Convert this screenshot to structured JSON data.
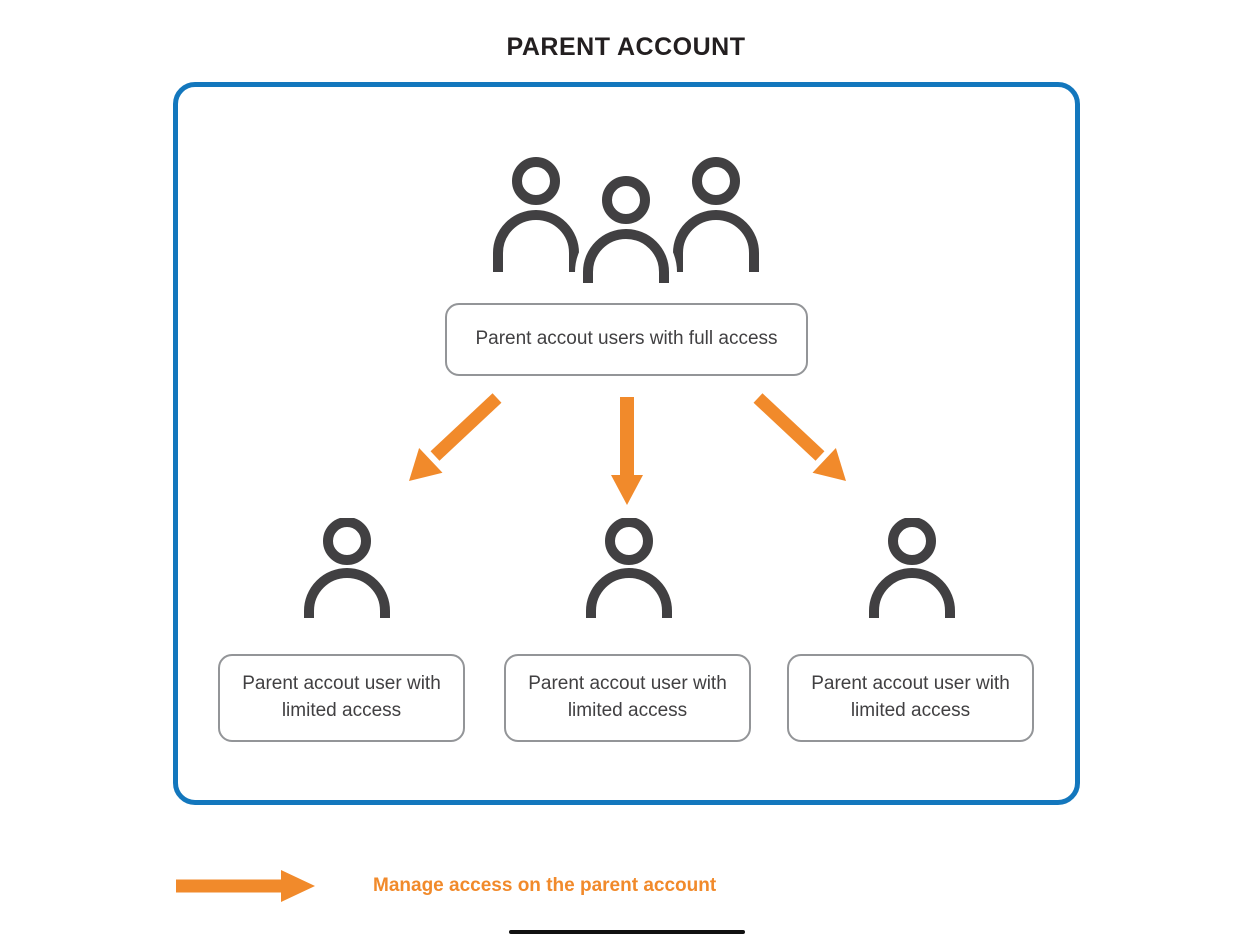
{
  "title": "PARENT ACCOUNT",
  "colors": {
    "box_border_blue": "#1377bd",
    "arrow_orange": "#f18a2b",
    "icon_gray": "#414042",
    "label_border_gray": "#939598",
    "title_color": "#231f20"
  },
  "nodes": {
    "full_access_label": "Parent accout users with full access",
    "limited_access_labels": [
      "Parent accout user with limited access",
      "Parent accout user with limited access",
      "Parent accout user with limited access"
    ]
  },
  "legend": {
    "label": "Manage access on the parent account"
  }
}
